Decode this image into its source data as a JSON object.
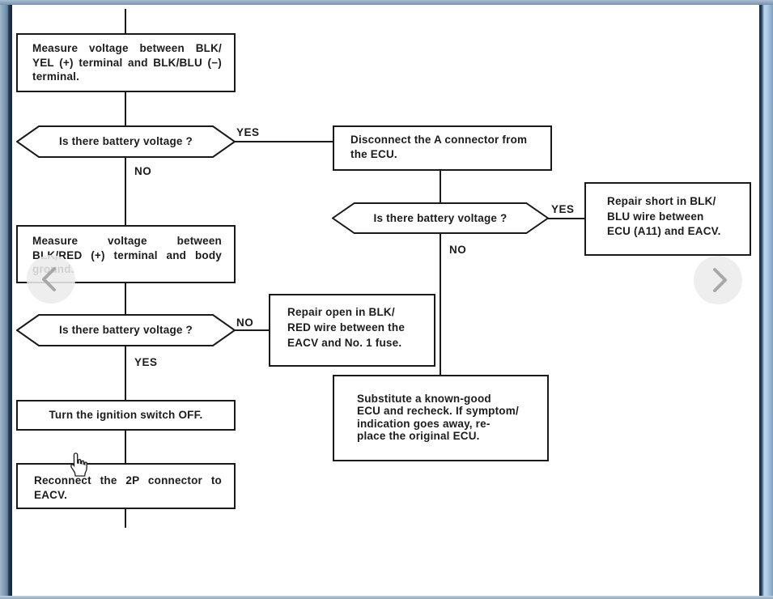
{
  "nav": {
    "prev_icon": "chevron-left",
    "next_icon": "chevron-right"
  },
  "colors": {
    "frame_blue_light": "#aac7e2",
    "frame_blue_mid": "#7e9cba",
    "frame_blue_dark": "#1d2f44",
    "ink": "#1c1c1c",
    "nav_circle": "#ececec",
    "nav_chevron": "#a8a8a8"
  },
  "diagram": {
    "boxes": {
      "measure_blkyel": {
        "l0": "Measure voltage between BLK/",
        "l1": "YEL (+) terminal and BLK/BLU (−)",
        "l2": "terminal."
      },
      "disconnect_a": {
        "l0": "Disconnect the A connector from",
        "l1": "the ECU."
      },
      "repair_short": {
        "l0": "Repair short in BLK/",
        "l1": "BLU wire between",
        "l2": "ECU (A11) and EACV."
      },
      "measure_blkred": {
        "l0": "Measure voltage between",
        "l1": "BLK/RED (+) terminal and body",
        "l2": "ground."
      },
      "repair_open": {
        "l0": "Repair open in BLK/",
        "l1": "RED wire between the",
        "l2": "EACV and No. 1 fuse."
      },
      "turn_ignition": {
        "l0": "Turn the ignition switch OFF."
      },
      "reconnect_2p": {
        "l0": "Reconnect the 2P connector to",
        "l1": "EACV."
      },
      "substitute_ecu": {
        "l0": "Substitute a known-good",
        "l1": "ECU and recheck. If symptom/",
        "l2": "indication goes away, re-",
        "l3": "place the original ECU."
      }
    },
    "decisions": {
      "d1": {
        "question": "Is there battery voltage ?",
        "yes": "YES",
        "no": "NO"
      },
      "d2": {
        "question": "Is there battery voltage ?",
        "yes": "YES",
        "no": "NO"
      },
      "d3": {
        "question": "Is there battery voltage ?",
        "yes": "YES",
        "no": "NO"
      }
    }
  }
}
